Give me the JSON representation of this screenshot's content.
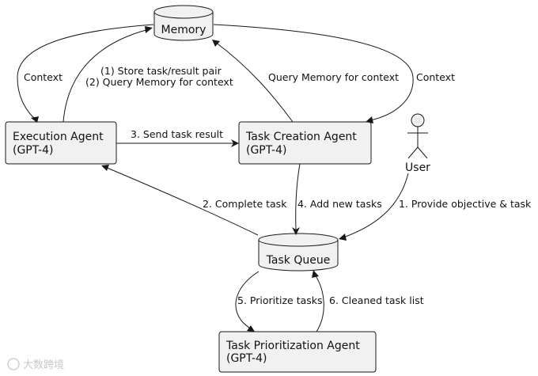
{
  "nodes": {
    "memory": {
      "label": "Memory"
    },
    "execution_agent": {
      "line1": "Execution Agent",
      "line2": "(GPT-4)"
    },
    "task_creation_agent": {
      "line1": "Task Creation Agent",
      "line2": "(GPT-4)"
    },
    "user": {
      "label": "User"
    },
    "task_queue": {
      "label": "Task Queue"
    },
    "task_prioritization_agent": {
      "line1": "Task Prioritization Agent",
      "line2": "(GPT-4)"
    }
  },
  "edges": {
    "memory_to_execution": "Context",
    "execution_to_memory_1": "(1) Store task/result pair",
    "execution_to_memory_2": "(2) Query Memory for context",
    "creation_to_memory": "Query Memory for context",
    "memory_to_creation": "Context",
    "execution_to_creation": "3. Send task result",
    "queue_to_execution": "2. Complete task",
    "creation_to_queue": "4. Add new tasks",
    "user_to_queue": "1. Provide objective & task",
    "queue_to_prioritization": "5. Prioritize tasks",
    "prioritization_to_queue": "6. Cleaned task list"
  },
  "watermark": "大数跨境"
}
